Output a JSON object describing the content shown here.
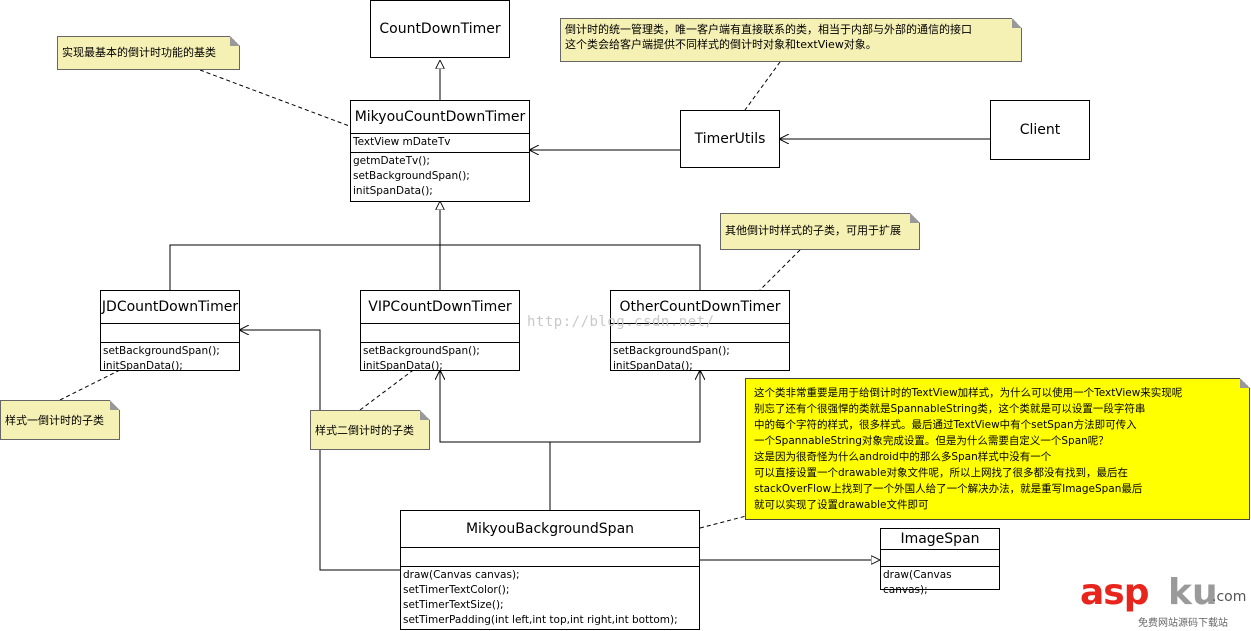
{
  "classes": {
    "countdowntimer": {
      "name": "CountDownTimer"
    },
    "mikyou": {
      "name": "MikyouCountDownTimer",
      "attributes": [
        "TextView mDateTv"
      ],
      "operations": [
        "getmDateTv();",
        "setBackgroundSpan();",
        "initSpanData();"
      ]
    },
    "timerutils": {
      "name": "TimerUtils"
    },
    "client": {
      "name": "Client"
    },
    "jd": {
      "name": "JDCountDownTimer",
      "operations": [
        "setBackgroundSpan();",
        "initSpanData();"
      ]
    },
    "vip": {
      "name": "VIPCountDownTimer",
      "operations": [
        "setBackgroundSpan();",
        "initSpanData();"
      ]
    },
    "other": {
      "name": "OtherCountDownTimer",
      "operations": [
        "setBackgroundSpan();",
        "initSpanData();"
      ]
    },
    "bgspan": {
      "name": "MikyouBackgroundSpan",
      "operations": [
        "draw(Canvas canvas);",
        "setTimerTextColor();",
        "setTimerTextSize();",
        "setTimerPadding(int left,int top,int right,int bottom);"
      ]
    },
    "imagespan": {
      "name": "ImageSpan",
      "operations": [
        "draw(Canvas canvas);"
      ]
    }
  },
  "notes": {
    "base": "实现最基本的倒计时功能的基类",
    "manager": [
      "倒计时的统一管理类，唯一客户端有直接联系的类，相当于内部与外部的通信的接口",
      "这个类会给客户端提供不同样式的倒计时对象和textView对象。"
    ],
    "other_style": "其他倒计时样式的子类，可用于扩展",
    "style1": "样式一倒计时的子类",
    "style2": "样式二倒计时的子类",
    "span_explain": [
      "这个类非常重要是用于给倒计时的TextView加样式，为什么可以使用一个TextView来实现呢",
      "别忘了还有个很强悍的类就是SpannableString类，这个类就是可以设置一段字符串",
      "中的每个字符的样式，很多样式。最后通过TextView中有个setSpan方法即可传入",
      "一个SpannableString对象完成设置。但是为什么需要自定义一个Span呢？",
      "这是因为很奇怪为什么android中的那么多Span样式中没有一个",
      "可以直接设置一个drawable对象文件呢，所以上网找了很多都没有找到，最后在",
      "stackOverFlow上找到了一个外国人给了一个解决办法，就是重写ImageSpan最后",
      "就可以实现了设置drawable文件即可"
    ]
  },
  "watermark": "http://blog.csdn.net/",
  "logo": {
    "brand": "aspku",
    "suffix": ".com",
    "tagline": "免费网站源码下载站"
  },
  "colors": {
    "note_pale": "#f5f0b4",
    "note_bright": "#ffff00",
    "logo_red": "#e8251c"
  }
}
